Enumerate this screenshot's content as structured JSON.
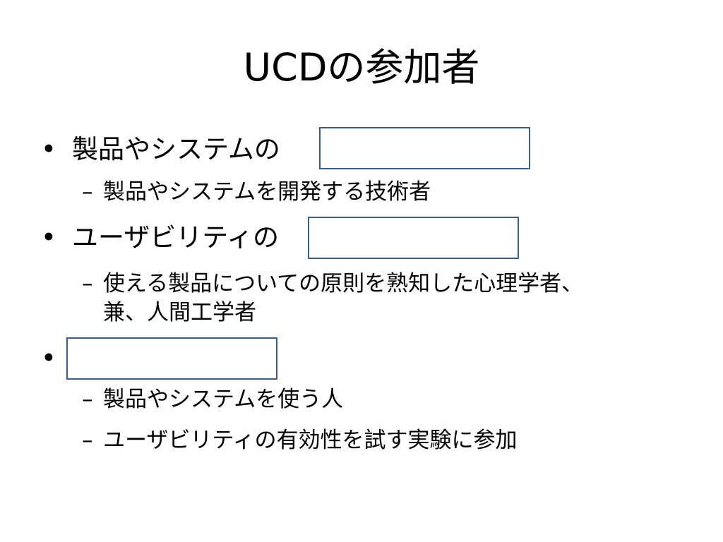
{
  "slide": {
    "title": "UCDの参加者",
    "bullets": [
      {
        "marker": "•",
        "text": "製品やシステムの",
        "sub_items": [
          {
            "marker": "–",
            "text": "製品やシステムを開発する技術者"
          }
        ]
      },
      {
        "marker": "•",
        "text": "ユーザビリティの",
        "sub_items": [
          {
            "marker": "–",
            "text": "使える製品についての原則を熟知した心理学者、",
            "continuation": "兼、人間工学者"
          }
        ]
      },
      {
        "marker": "•",
        "text": "",
        "sub_items": [
          {
            "marker": "–",
            "text": "製品やシステムを使う人"
          },
          {
            "marker": "–",
            "text": "ユーザビリティの有効性を試す実験に参加"
          }
        ]
      }
    ]
  },
  "colors": {
    "text": "#000000",
    "blank_border": "#3a5f8f",
    "background": "#ffffff"
  }
}
